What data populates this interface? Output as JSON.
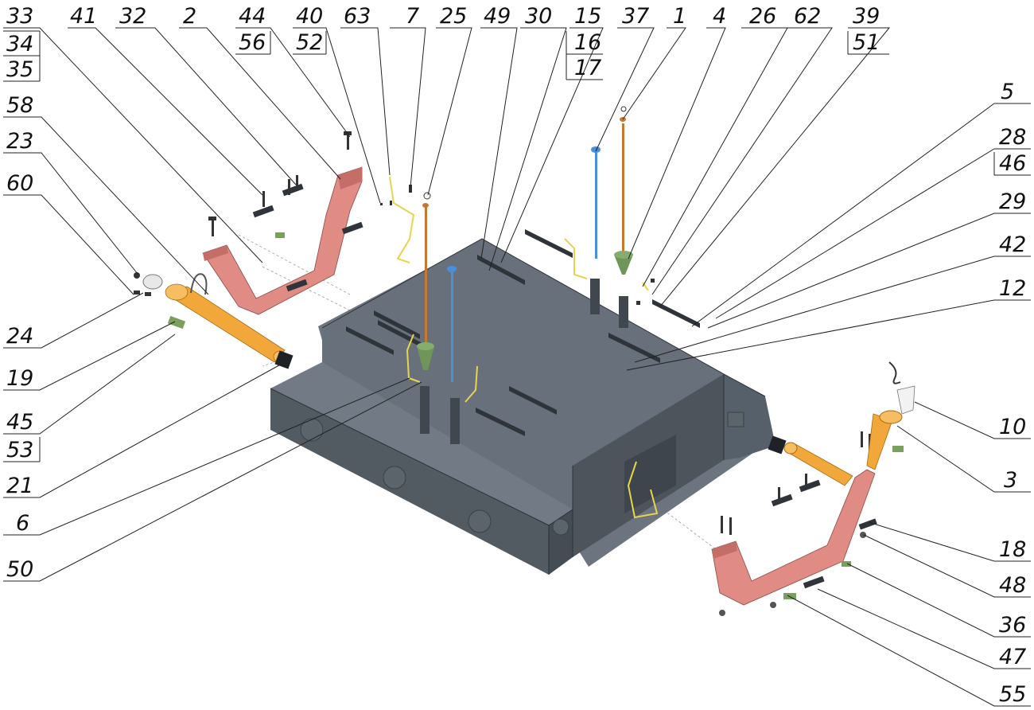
{
  "callouts": [
    {
      "id": "c33",
      "lines": [
        "33",
        "34",
        "35"
      ]
    },
    {
      "id": "c41",
      "lines": [
        "41"
      ]
    },
    {
      "id": "c32",
      "lines": [
        "32"
      ]
    },
    {
      "id": "c2",
      "lines": [
        "2"
      ]
    },
    {
      "id": "c44",
      "lines": [
        "44",
        "56"
      ]
    },
    {
      "id": "c40",
      "lines": [
        "40",
        "52"
      ]
    },
    {
      "id": "c63",
      "lines": [
        "63"
      ]
    },
    {
      "id": "c7",
      "lines": [
        "7"
      ]
    },
    {
      "id": "c25",
      "lines": [
        "25"
      ]
    },
    {
      "id": "c49",
      "lines": [
        "49"
      ]
    },
    {
      "id": "c30",
      "lines": [
        "30"
      ]
    },
    {
      "id": "c15",
      "lines": [
        "15",
        "16",
        "17"
      ]
    },
    {
      "id": "c37",
      "lines": [
        "37"
      ]
    },
    {
      "id": "c1",
      "lines": [
        "1"
      ]
    },
    {
      "id": "c4",
      "lines": [
        "4"
      ]
    },
    {
      "id": "c26",
      "lines": [
        "26"
      ]
    },
    {
      "id": "c62",
      "lines": [
        "62"
      ]
    },
    {
      "id": "c39",
      "lines": [
        "39",
        "51"
      ]
    },
    {
      "id": "c58",
      "lines": [
        "58"
      ]
    },
    {
      "id": "c23",
      "lines": [
        "23"
      ]
    },
    {
      "id": "c60",
      "lines": [
        "60"
      ]
    },
    {
      "id": "c5",
      "lines": [
        "5"
      ]
    },
    {
      "id": "c28",
      "lines": [
        "28",
        "46"
      ]
    },
    {
      "id": "c29",
      "lines": [
        "29"
      ]
    },
    {
      "id": "c42",
      "lines": [
        "42"
      ]
    },
    {
      "id": "c12",
      "lines": [
        "12"
      ]
    },
    {
      "id": "c24",
      "lines": [
        "24"
      ]
    },
    {
      "id": "c19",
      "lines": [
        "19"
      ]
    },
    {
      "id": "c45",
      "lines": [
        "45",
        "53"
      ]
    },
    {
      "id": "c21",
      "lines": [
        "21"
      ]
    },
    {
      "id": "c6",
      "lines": [
        "6"
      ]
    },
    {
      "id": "c50",
      "lines": [
        "50"
      ]
    },
    {
      "id": "c10",
      "lines": [
        "10"
      ]
    },
    {
      "id": "c3",
      "lines": [
        "3"
      ]
    },
    {
      "id": "c18",
      "lines": [
        "18"
      ]
    },
    {
      "id": "c48",
      "lines": [
        "48"
      ]
    },
    {
      "id": "c36",
      "lines": [
        "36"
      ]
    },
    {
      "id": "c47",
      "lines": [
        "47"
      ]
    },
    {
      "id": "c55",
      "lines": [
        "55"
      ]
    }
  ],
  "colors": {
    "tank": "#5d6670",
    "tank_top": "#6c757f",
    "tank_dark": "#4a5159",
    "bracket": "#e08b84",
    "tube": "#f2a73a",
    "blue_rod": "#4a90d9",
    "bronze_rod": "#c8792f",
    "green_part": "#7aa05c",
    "wire": "#e8d44d",
    "line": "#222222"
  }
}
